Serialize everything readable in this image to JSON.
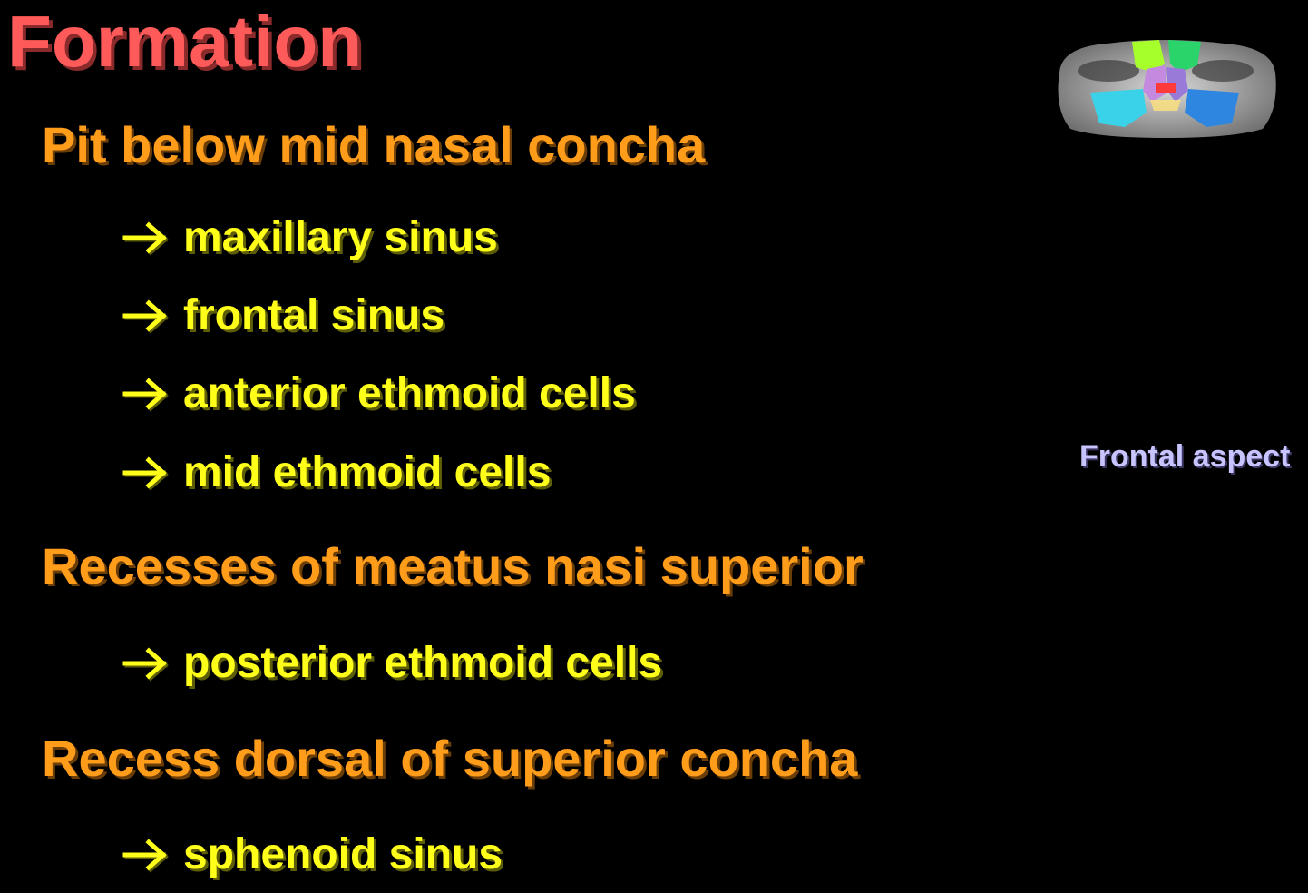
{
  "slide": {
    "title": "Formation",
    "aspect_label": "Frontal aspect",
    "illustration_icon": "skull-frontal-sinus-thumbnail",
    "colors": {
      "background": "#000000",
      "title": "#ff5a5a",
      "heading": "#ff9c1a",
      "item": "#ffff1a",
      "aspect_label": "#c8c4ff"
    }
  },
  "sections": [
    {
      "heading": "Pit below mid nasal concha",
      "items": [
        "maxillary sinus",
        "frontal sinus",
        "anterior ethmoid cells",
        "mid ethmoid cells"
      ]
    },
    {
      "heading": "Recesses of meatus nasi superior",
      "items": [
        "posterior ethmoid cells"
      ]
    },
    {
      "heading": "Recess dorsal of superior concha",
      "items": [
        "sphenoid sinus"
      ]
    }
  ]
}
